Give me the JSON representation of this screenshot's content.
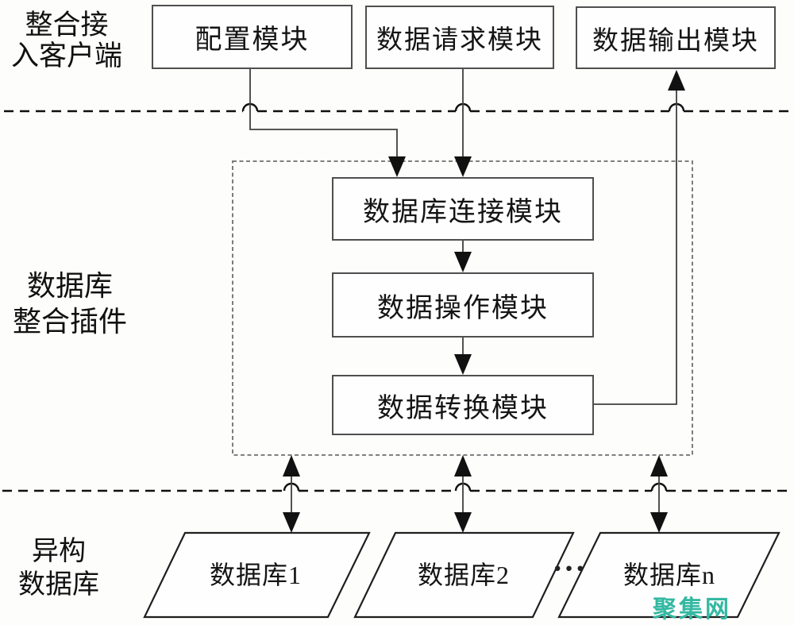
{
  "sections": {
    "client": {
      "label_line1": "整合接",
      "label_line2": "入客户端"
    },
    "plugin": {
      "label_line1": "数据库",
      "label_line2": "整合插件"
    },
    "heterogeneous": {
      "label_line1": "异构",
      "label_line2": "数据库"
    }
  },
  "client_modules": {
    "config": {
      "label": "配置模块"
    },
    "request": {
      "label": "数据请求模块"
    },
    "output": {
      "label": "数据输出模块"
    }
  },
  "plugin_modules": {
    "connection": {
      "label": "数据库连接模块"
    },
    "operation": {
      "label": "数据操作模块"
    },
    "conversion": {
      "label": "数据转换模块"
    }
  },
  "databases": {
    "db1": {
      "label": "数据库1"
    },
    "db2": {
      "label": "数据库2"
    },
    "dbn": {
      "label": "数据库n"
    },
    "ellipsis": "···"
  },
  "watermark": {
    "text": "聚集网",
    "color": "#34b8a2"
  },
  "colors": {
    "separator": "#101010",
    "container_dash": "#6e6e6e",
    "connector": "#3f3f3f",
    "arrowhead": "#111111",
    "box_border": "#4f4f4f",
    "parallelogram_border": "#1f1f1f"
  }
}
